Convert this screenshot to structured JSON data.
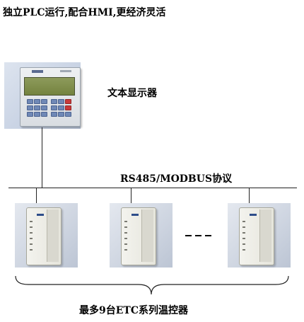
{
  "title": "独立PLC运行,配合HMI,更经济灵活",
  "hmi_label": "文本显示器",
  "bus_label": "RS485/MODBUS协议",
  "controllers_label": "最多9台ETC系列温控器",
  "colors": {
    "line": "#222222",
    "hmi_screen": "#7f8c4a",
    "hmi_keys": "#6f88b6",
    "controller_body": "#ecebe3",
    "image_backdrop": "#cdd4e0"
  },
  "icons": [
    "hmi-text-display-icon",
    "temperature-controller-icon",
    "ellipsis-dashes-icon",
    "curly-brace-icon"
  ]
}
